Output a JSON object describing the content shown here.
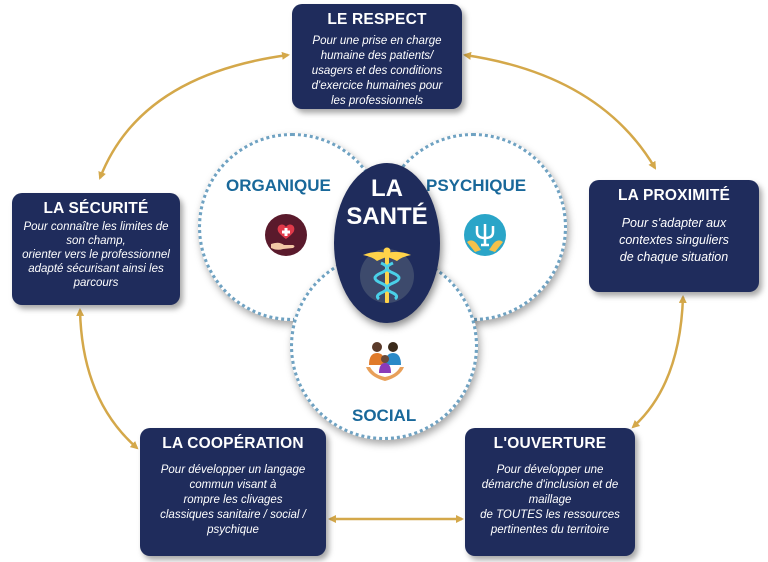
{
  "center": {
    "line1": "LA",
    "line2": "SANTÉ",
    "icon": "caduceus-icon"
  },
  "circles": {
    "organique": {
      "label": "ORGANIQUE",
      "icon": "heart-hand-icon"
    },
    "psychique": {
      "label": "PSYCHIQUE",
      "icon": "psi-hands-icon"
    },
    "social": {
      "label": "SOCIAL",
      "icon": "family-icon"
    }
  },
  "boxes": {
    "respect": {
      "title": "LE RESPECT",
      "desc": "Pour une prise en charge\nhumaine des patients/\nusagers et des conditions\nd'exercice humaines pour\nles professionnels"
    },
    "proximite": {
      "title": "LA PROXIMITÉ",
      "desc": "Pour s'adapter aux\ncontextes singuliers\nde chaque situation"
    },
    "ouverture": {
      "title": "L'OUVERTURE",
      "desc": "Pour développer une\ndémarche d'inclusion et de\nmaillage\nde TOUTES les ressources\npertinentes du territoire"
    },
    "cooperation": {
      "title": "LA COOPÉRATION",
      "desc": "Pour développer un langage\ncommun visant à\nrompre les clivages\nclassiques sanitaire / social /\npsychique"
    },
    "securite": {
      "title": "LA SÉCURITÉ",
      "desc": "Pour connaître les limites de\nson champ,\norienter vers le professionnel\nadapté sécurisant ainsi les\nparcours"
    }
  },
  "colors": {
    "box_bg": "#1f2c5c",
    "arrow": "#d4a84a",
    "circle_label": "#19689a",
    "circle_border": "#6fa2c2"
  }
}
